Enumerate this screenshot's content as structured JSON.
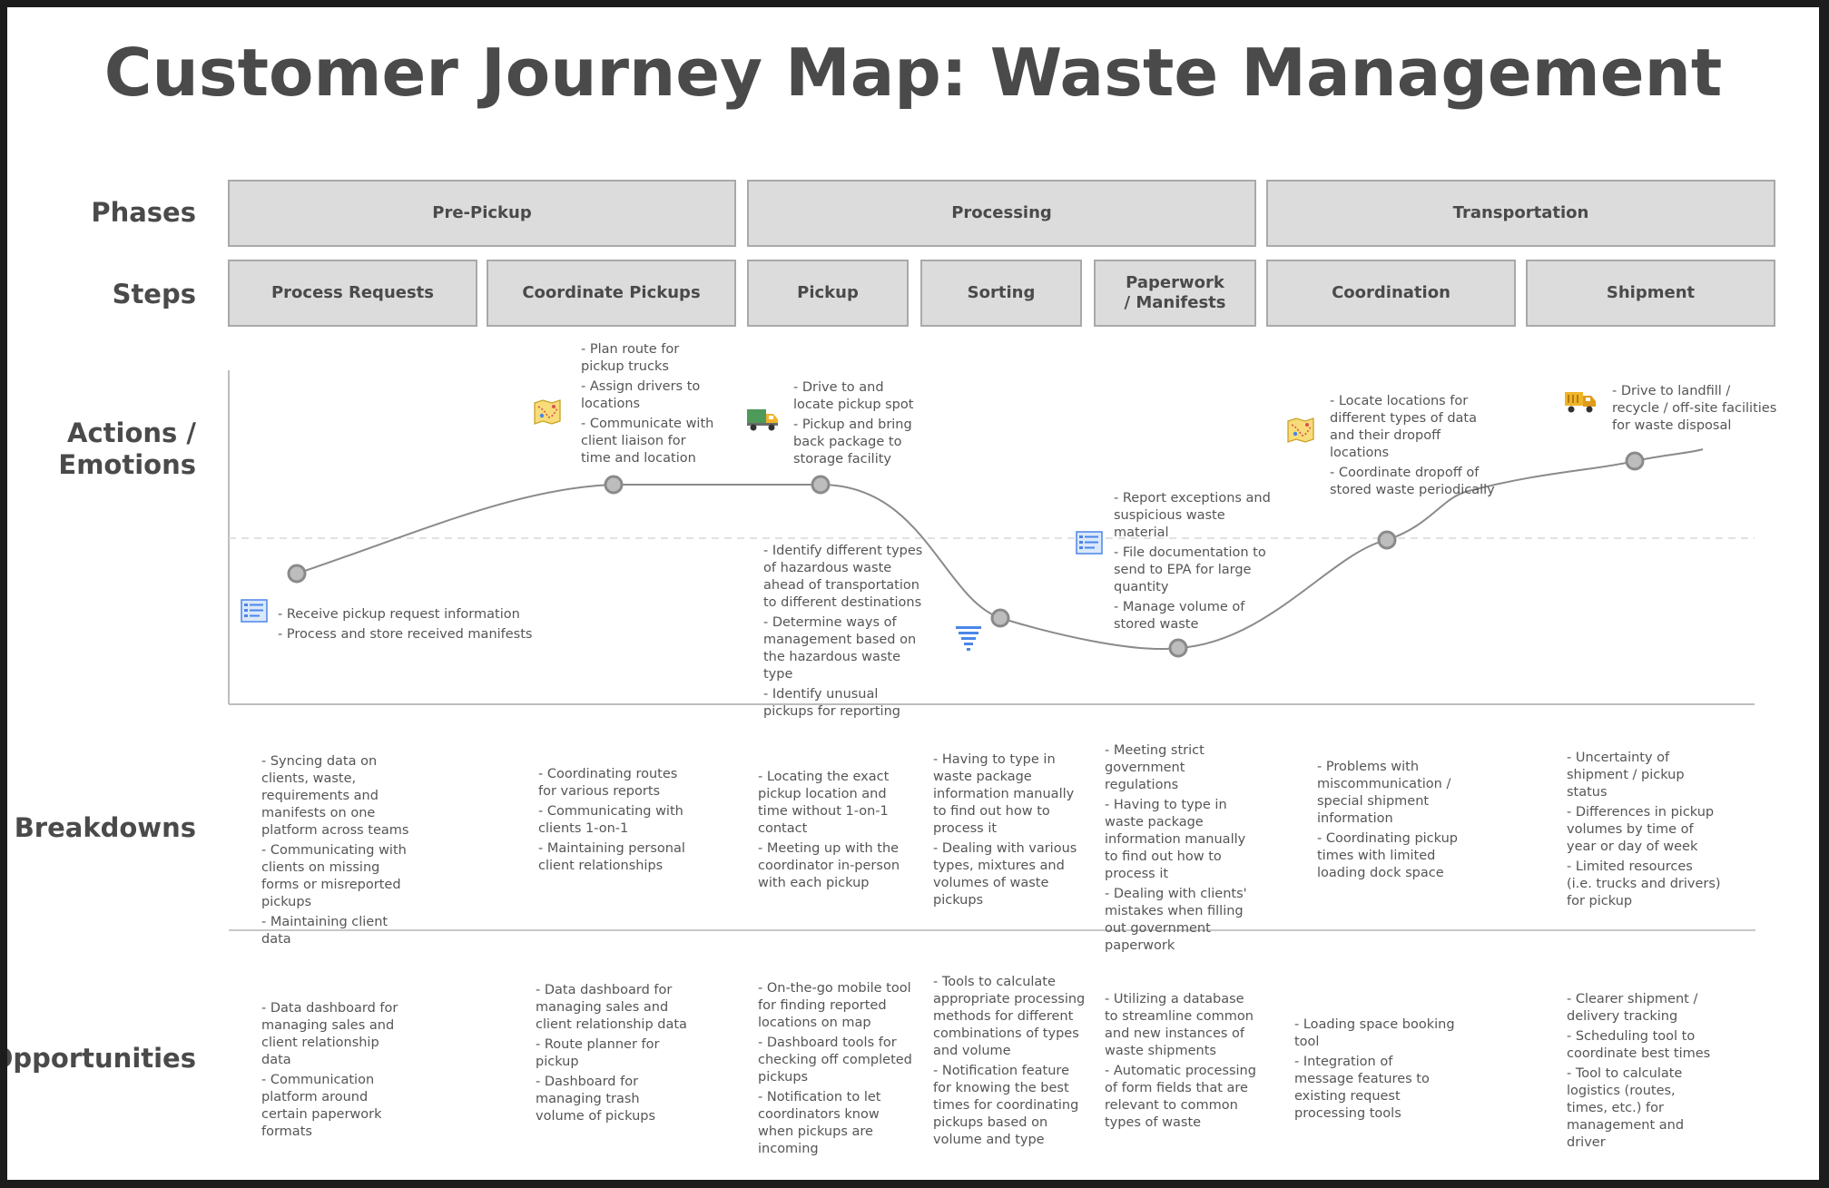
{
  "title": "Customer Journey Map: Waste Management",
  "row_labels": {
    "phases": "Phases",
    "steps": "Steps",
    "actions_line1": "Actions /",
    "actions_line2": "Emotions",
    "breakdowns": "Breakdowns",
    "opportunities": "Opportunities"
  },
  "phases": [
    "Pre-Pickup",
    "Processing",
    "Transportation"
  ],
  "steps": [
    "Process Requests",
    "Coordinate Pickups",
    "Pickup",
    "Sorting",
    "Paperwork / Manifests",
    "Coordination",
    "Shipment"
  ],
  "actions": {
    "process_requests": [
      "- Receive pickup request information",
      "- Process and store received manifests"
    ],
    "coordinate_pickups": [
      "- Plan route for pickup trucks",
      "- Assign drivers to locations",
      "- Communicate with client liaison for time and location"
    ],
    "pickup": [
      "- Drive to and locate pickup spot",
      "- Pickup and bring back package to storage facility"
    ],
    "sorting": [
      "- Identify different types of hazardous waste ahead of transportation to different destinations",
      "- Determine ways of management based on the hazardous waste type",
      "- Identify unusual pickups for reporting"
    ],
    "paperwork": [
      "- Report exceptions and suspicious waste material",
      "- File documentation to send to EPA for large quantity",
      "- Manage volume of stored waste"
    ],
    "coordination": [
      "- Locate locations for different types of data and their dropoff locations",
      "- Coordinate dropoff of stored waste periodically"
    ],
    "shipment": [
      "- Drive to landfill / recycle / off-site facilities for waste disposal"
    ]
  },
  "breakdowns": [
    [
      "- Syncing data on clients, waste, requirements and manifests on one platform across teams",
      "- Communicating with clients on missing forms or misreported pickups",
      "- Maintaining client data"
    ],
    [
      "- Coordinating routes for various reports",
      "- Communicating with clients 1-on-1",
      "- Maintaining personal client relationships"
    ],
    [
      "- Locating the exact pickup location and time without 1-on-1 contact",
      "- Meeting up with the coordinator in-person with each pickup"
    ],
    [
      "- Having to type in waste package information manually to find out how to process it",
      "- Dealing with various types, mixtures and volumes of waste pickups"
    ],
    [
      "- Meeting strict government regulations",
      "- Having to type in waste package information manually to find out how to process it",
      "- Dealing with clients' mistakes when filling out government paperwork"
    ],
    [
      "- Problems with miscommunication / special shipment information",
      "- Coordinating pickup times with limited loading dock space"
    ],
    [
      "- Uncertainty of shipment / pickup status",
      "- Differences in pickup volumes by time of year or day of week",
      "- Limited resources (i.e. trucks and drivers) for pickup"
    ]
  ],
  "opportunities": [
    [
      "- Data dashboard for managing sales and client relationship data",
      "- Communication platform around certain paperwork formats"
    ],
    [
      "- Data dashboard for managing sales and client relationship data",
      "- Route planner for pickup",
      "- Dashboard for managing trash volume of pickups"
    ],
    [
      "- On-the-go mobile tool for finding reported locations on map",
      "- Dashboard tools for checking off completed pickups",
      "- Notification to let coordinators know when pickups are incoming"
    ],
    [
      "- Tools to calculate appropriate processing methods for different combinations of types and volume",
      "- Notification feature for knowing the best times for coordinating pickups based on volume and type"
    ],
    [
      "- Utilizing a database to streamline common and new instances of waste shipments",
      "- Automatic processing of form fields that are relevant to common types of waste"
    ],
    [
      "- Loading space booking tool",
      "- Integration of message features to existing request processing tools"
    ],
    [
      "- Clearer shipment / delivery tracking",
      "- Scheduling tool to coordinate best times",
      "- Tool to calculate logistics (routes, times, etc.) for management and driver"
    ]
  ],
  "icons": {
    "process_requests": "form-icon",
    "coordinate_pickups": "map-icon",
    "pickup": "truck-icon",
    "sorting": "filter-icon",
    "paperwork": "form-icon",
    "coordination": "map-icon",
    "shipment": "garbage-truck-icon"
  },
  "colors": {
    "box_fill": "#dcdcdc",
    "box_border": "#a9a9a9",
    "curve": "#8a8a8a",
    "icon_blue": "#4a86e8",
    "icon_yellow": "#f3c530"
  }
}
